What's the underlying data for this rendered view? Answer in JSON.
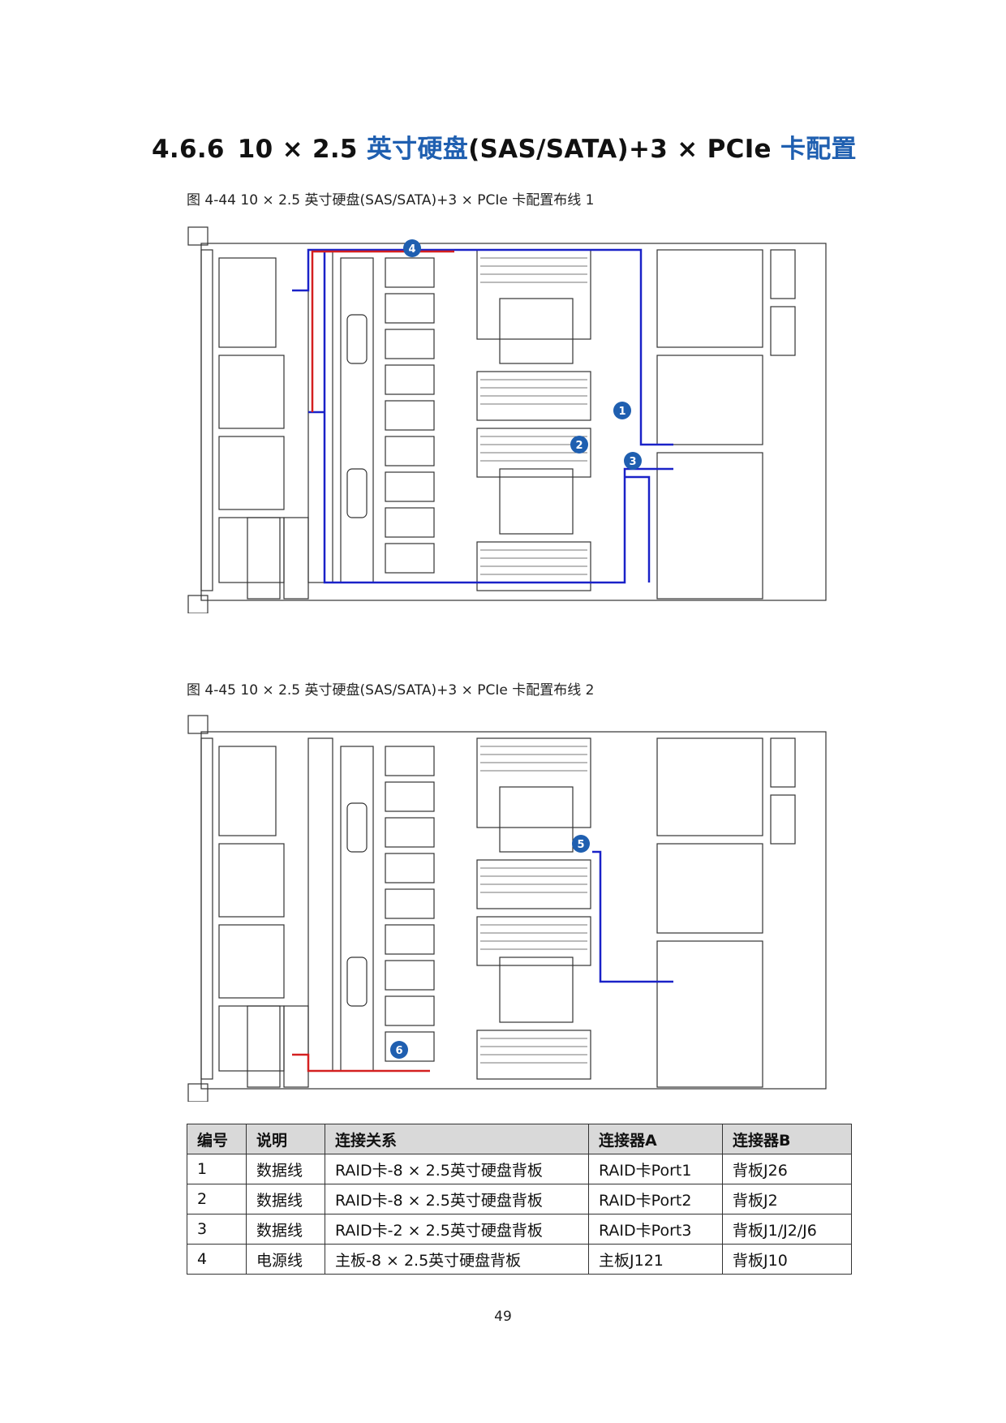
{
  "heading": {
    "number": "4.6.6",
    "part1": "10 × 2.5 ",
    "part2": "英寸硬盘",
    "part3": "(SAS/SATA)+3 × PCIe ",
    "part4": "卡配置"
  },
  "figures": [
    {
      "caption": "图 4-44 10 × 2.5 英寸硬盘(SAS/SATA)+3 × PCIe 卡配置布线 1",
      "callouts": [
        "1",
        "2",
        "3",
        "4"
      ]
    },
    {
      "caption": "图 4-45 10 × 2.5 英寸硬盘(SAS/SATA)+3 × PCIe 卡配置布线 2",
      "callouts": [
        "5",
        "6"
      ]
    }
  ],
  "table": {
    "headers": [
      "编号",
      "说明",
      "连接关系",
      "连接器A",
      "连接器B"
    ],
    "rows": [
      [
        "1",
        "数据线",
        "RAID卡-8 × 2.5英寸硬盘背板",
        "RAID卡Port1",
        "背板J26"
      ],
      [
        "2",
        "数据线",
        "RAID卡-8 × 2.5英寸硬盘背板",
        "RAID卡Port2",
        "背板J2"
      ],
      [
        "3",
        "数据线",
        "RAID卡-2 × 2.5英寸硬盘背板",
        "RAID卡Port3",
        "背板J1/J2/J6"
      ],
      [
        "4",
        "电源线",
        "主板-8 × 2.5英寸硬盘背板",
        "主板J121",
        "背板J10"
      ]
    ]
  },
  "page_number": "49",
  "colors": {
    "heading_blue": "#1f5fb0",
    "cable_blue": "#1a22c8",
    "cable_red": "#d42020",
    "table_header": "#d9d9d9"
  }
}
